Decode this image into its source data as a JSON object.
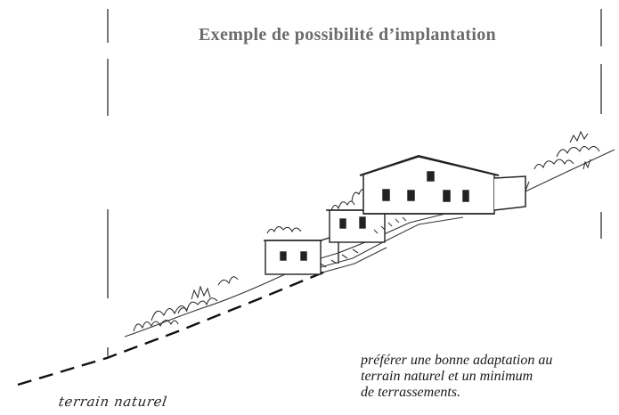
{
  "figure": {
    "title": "Exemple de possibilité d’implantation",
    "caption_lines": [
      "préférer une bonne adaptation au",
      "terrain naturel et un minimum",
      "de terrassements."
    ],
    "terrain_label": "terrain naturel"
  }
}
